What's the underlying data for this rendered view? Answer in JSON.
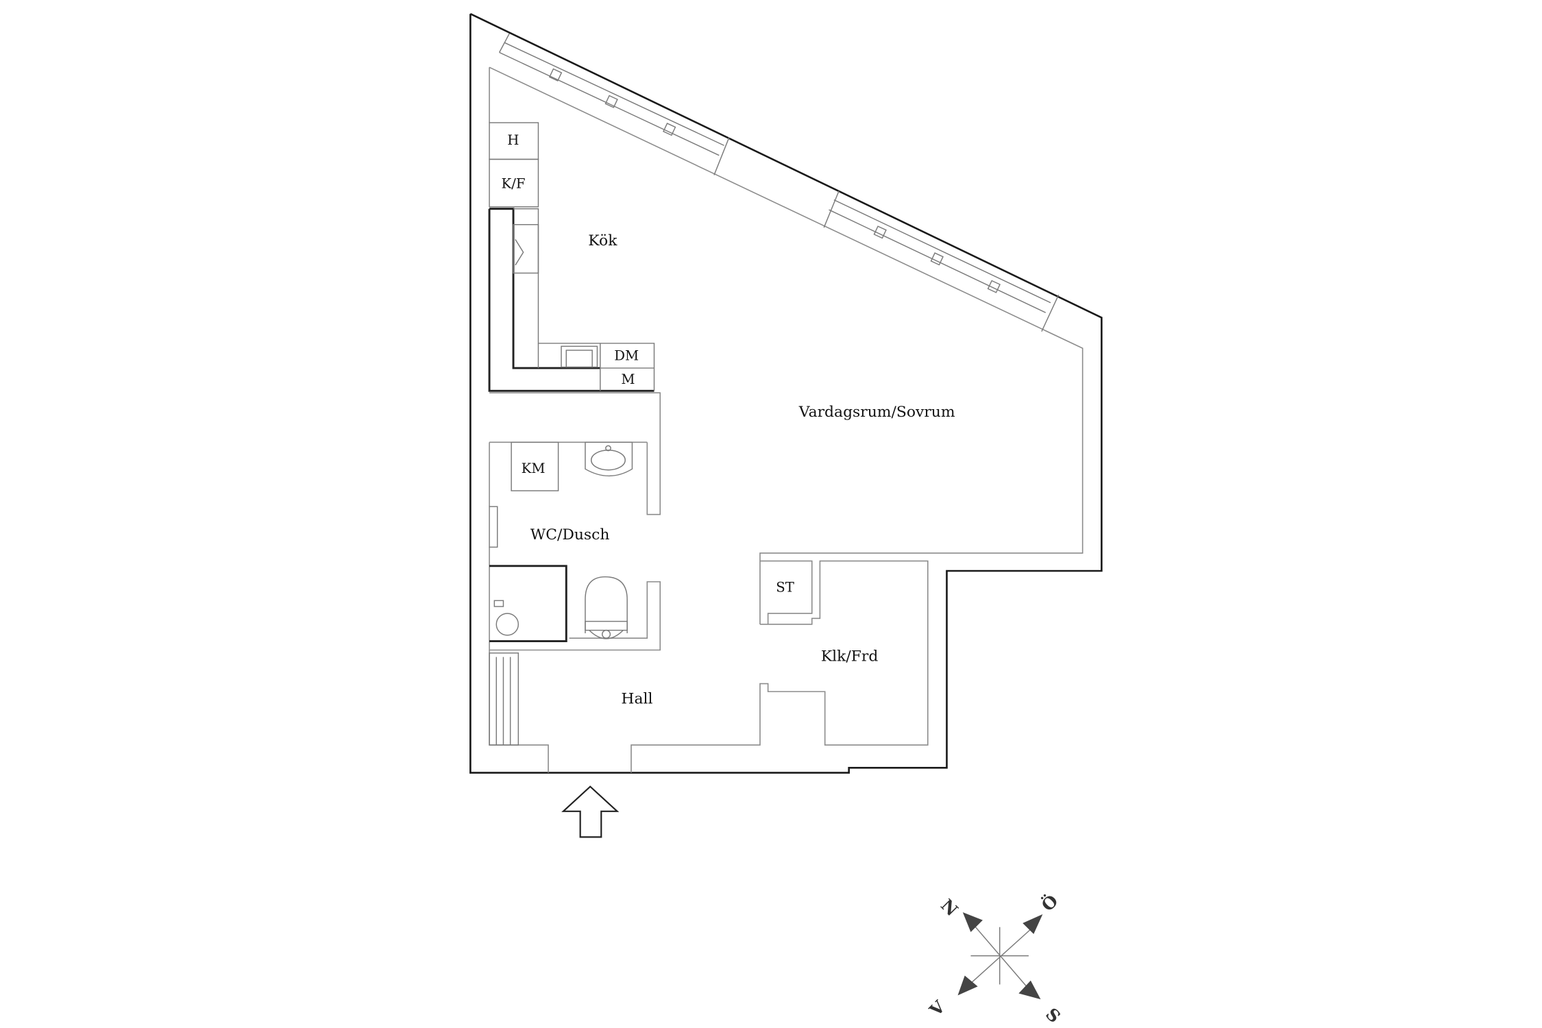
{
  "rooms": {
    "kok": "Kök",
    "vardagsrum": "Vardagsrum/Sovrum",
    "wc": "WC/Dusch",
    "hall": "Hall",
    "klk": "Klk/Frd"
  },
  "fixtures": {
    "h": "H",
    "kf": "K/F",
    "dm": "DM",
    "m": "M",
    "km": "KM",
    "st": "ST"
  },
  "compass": {
    "north": "N",
    "east": "Ö",
    "south": "S",
    "west": "V"
  },
  "icons": {
    "entrance": "entrance-arrow-icon",
    "compass": "compass-rose-icon",
    "sink": "sink-icon",
    "toilet": "toilet-icon",
    "shower": "shower-icon",
    "stove": "stove-icon"
  }
}
